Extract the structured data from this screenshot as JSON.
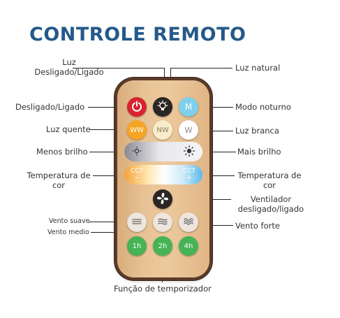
{
  "title": "CONTROLE REMOTO",
  "labels": {
    "power_top": "Luz\nDesligado/Ligado",
    "power_left": "Desligado/Ligado",
    "natural": "Luz natural",
    "night": "Modo noturno",
    "warm": "Luz quente",
    "white": "Luz branca",
    "less_bright": "Menos brilho",
    "more_bright": "Mais brilho",
    "temp_left": "Temperatura de\ncor",
    "temp_right": "Temperatura de\ncor",
    "fan": "Ventilador\ndesligado/ligado",
    "wind_soft": "Vento suave",
    "wind_mid": "Vento medio",
    "wind_strong": "Vento forte",
    "timer": "Função de temporizador"
  },
  "buttons": {
    "m": "M",
    "ww": "WW",
    "nw": "NW",
    "w": "W",
    "cct_minus_top": "CCT",
    "cct_minus_sign": "−",
    "cct_plus_top": "CCT",
    "cct_plus_sign": "+",
    "timer_1": "1h",
    "timer_2": "2h",
    "timer_4": "4h"
  },
  "icons": {
    "power": "power-icon",
    "natural": "bulb-icon",
    "brightness_down": "brightness-low-icon",
    "brightness_up": "brightness-high-icon",
    "fan": "fan-icon",
    "wind": "wind-icon"
  },
  "colors": {
    "title": "#25598a",
    "remote_body": "#e8c395",
    "remote_border": "#5a3a28",
    "power": "#d8242e",
    "mode": "#7fd0ea",
    "warm": "#f6a423",
    "timer": "#46b356"
  }
}
